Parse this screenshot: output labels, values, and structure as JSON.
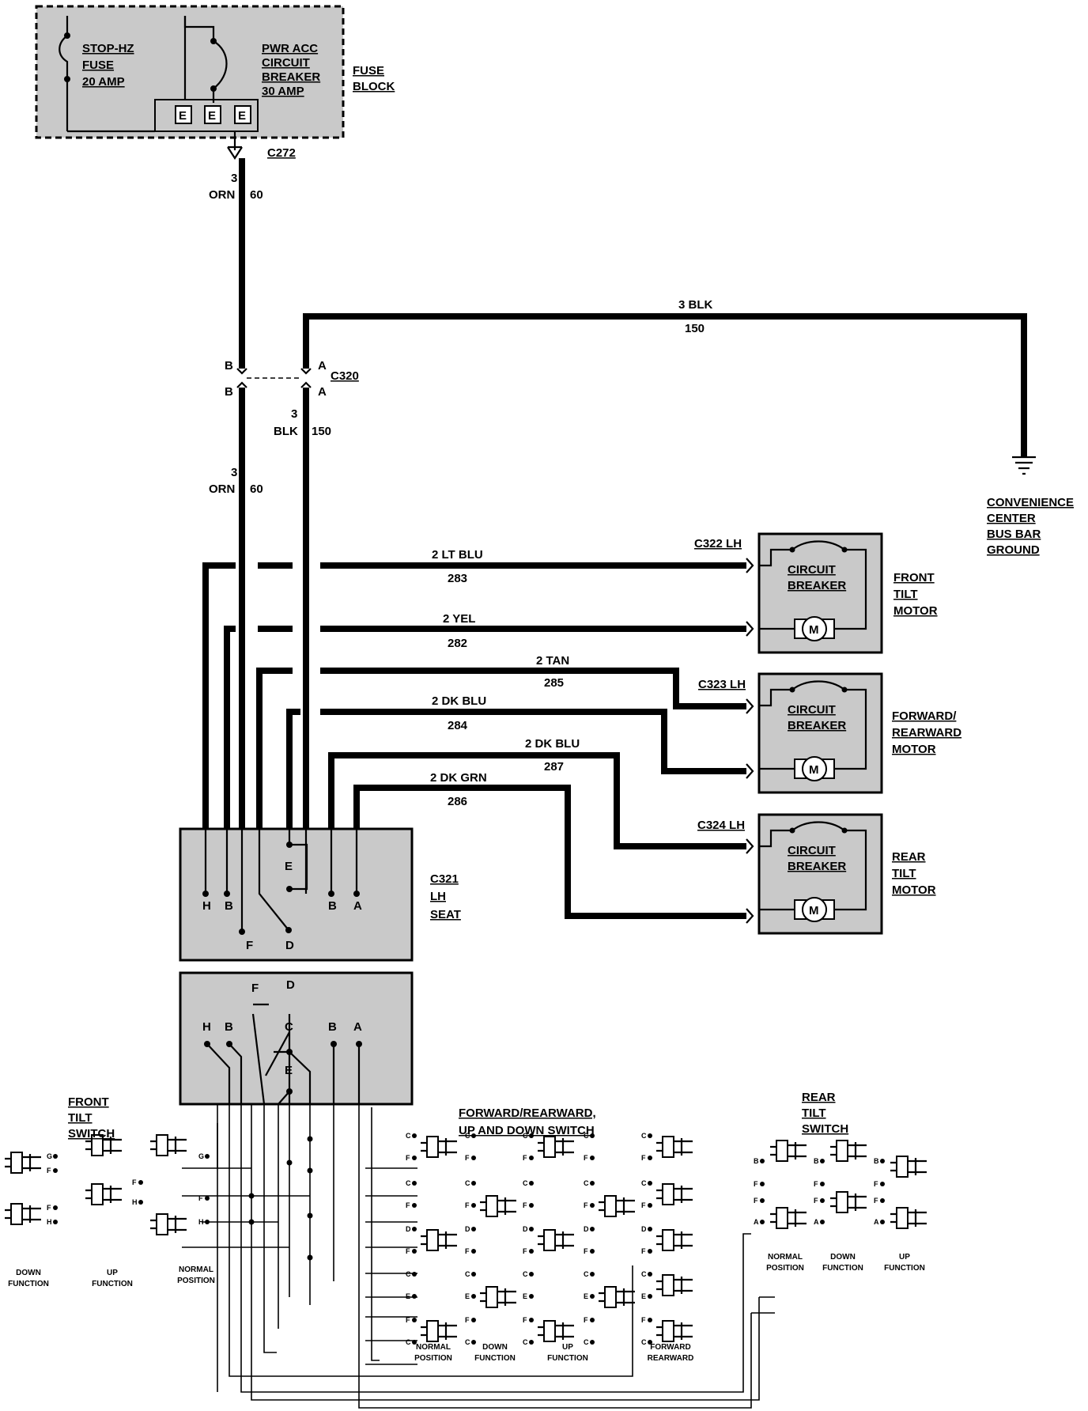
{
  "fuse_block": {
    "fuse": [
      "STOP-HZ",
      "FUSE",
      "20 AMP"
    ],
    "breaker": [
      "PWR ACC",
      "CIRCUIT",
      "BREAKER",
      "30 AMP"
    ],
    "title": [
      "FUSE",
      "BLOCK"
    ],
    "terminals": [
      "E",
      "E",
      "E"
    ]
  },
  "connectors": {
    "c272": "C272",
    "c320": "C320",
    "c320_pins": [
      "B",
      "B",
      "A",
      "A"
    ],
    "c322": "C322 LH",
    "c323": "C323 LH",
    "c324": "C324 LH",
    "c321": [
      "C321",
      "LH",
      "SEAT"
    ]
  },
  "wires": {
    "orn_top": [
      "3",
      "ORN",
      "60"
    ],
    "orn_lower": [
      "3",
      "ORN",
      "60"
    ],
    "blk_lower": [
      "3",
      "BLK",
      "150"
    ],
    "blk_top": [
      "3 BLK",
      "150"
    ],
    "lt_blu": [
      "2 LT BLU",
      "283"
    ],
    "yel": [
      "2 YEL",
      "282"
    ],
    "tan": [
      "2 TAN",
      "285"
    ],
    "dk_blu_284": [
      "2 DK BLU",
      "284"
    ],
    "dk_blu_287": [
      "2 DK BLU",
      "287"
    ],
    "dk_grn": [
      "2 DK GRN",
      "286"
    ]
  },
  "ground": [
    "CONVENIENCE",
    "CENTER",
    "BUS BAR",
    "GROUND"
  ],
  "motors": [
    {
      "breaker": [
        "CIRCUIT",
        "BREAKER"
      ],
      "symbol": "M",
      "name": [
        "FRONT",
        "TILT",
        "MOTOR"
      ]
    },
    {
      "breaker": [
        "CIRCUIT",
        "BREAKER"
      ],
      "symbol": "M",
      "name": [
        "FORWARD/",
        "REARWARD",
        "MOTOR"
      ]
    },
    {
      "breaker": [
        "CIRCUIT",
        "BREAKER"
      ],
      "symbol": "M",
      "name": [
        "REAR",
        "TILT",
        "MOTOR"
      ]
    }
  ],
  "seat_connector_pins": {
    "upper": [
      "H",
      "B",
      "E",
      "B",
      "A",
      "F",
      "D"
    ],
    "lower": [
      "F",
      "D",
      "H",
      "B",
      "C",
      "B",
      "A",
      "E"
    ]
  },
  "switches": {
    "front_tilt": {
      "title": [
        "FRONT",
        "TILT",
        "SWITCH"
      ],
      "positions": [
        "DOWN\nFUNCTION",
        "UP\nFUNCTION",
        "NORMAL\nPOSITION"
      ],
      "down_pins": [
        "G",
        "F",
        "F",
        "H"
      ],
      "up_pins": [
        "F",
        "H"
      ],
      "normal_pins": [
        "G",
        "F",
        "H"
      ]
    },
    "fwd_rwd": {
      "title": [
        "FORWARD/REARWARD,",
        "UP AND DOWN SWITCH"
      ],
      "positions": [
        "NORMAL\nPOSITION",
        "DOWN\nFUNCTION",
        "UP\nFUNCTION",
        "FORWARD\nREARWARD"
      ],
      "pins": [
        "C",
        "F",
        "C",
        "F",
        "D",
        "F",
        "C",
        "E",
        "F"
      ]
    },
    "rear_tilt": {
      "title": [
        "REAR",
        "TILT",
        "SWITCH"
      ],
      "positions": [
        "NORMAL\nPOSITION",
        "DOWN\nFUNCTION",
        "UP\nFUNCTION"
      ],
      "pins": [
        "B",
        "F",
        "F",
        "A"
      ]
    }
  }
}
